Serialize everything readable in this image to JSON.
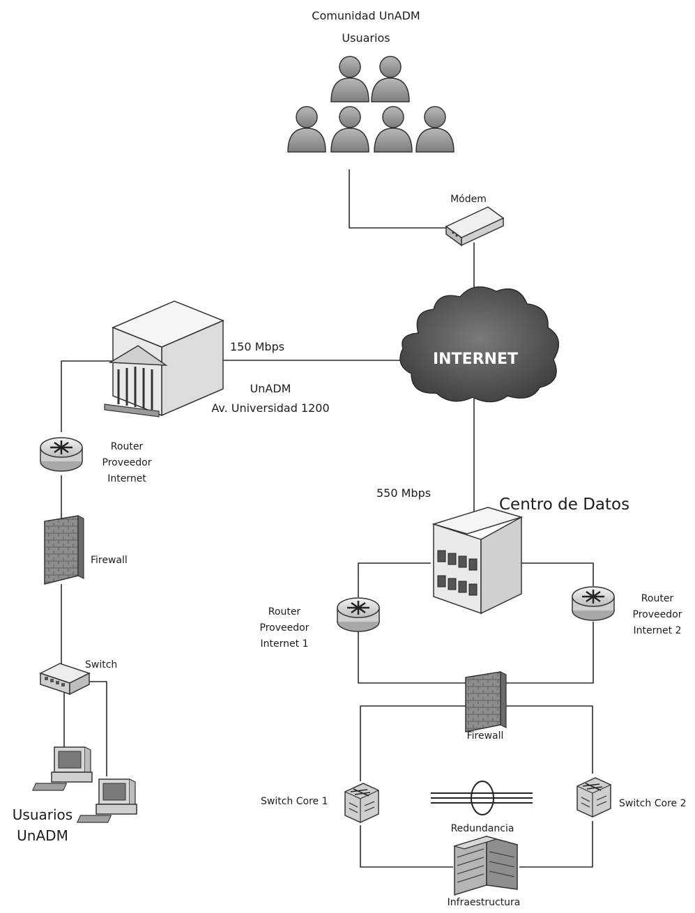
{
  "labels": {
    "community_title": "Comunidad UnADM",
    "community_subtitle": "Usuarios",
    "modem": "Módem",
    "internet": "INTERNET",
    "link_campus": "150 Mbps",
    "campus_name": "UnADM",
    "campus_address": "Av. Universidad 1200",
    "router_left_1": "Router",
    "router_left_2": "Proveedor",
    "router_left_3": "Internet",
    "firewall_left": "Firewall",
    "switch_left": "Switch",
    "users_left_1": "Usuarios",
    "users_left_2": "UnADM",
    "link_datacenter": "550 Mbps",
    "datacenter": "Centro de Datos",
    "router_dc1_1": "Router",
    "router_dc1_2": "Proveedor",
    "router_dc1_3": "Internet 1",
    "router_dc2_1": "Router",
    "router_dc2_2": "Proveedor",
    "router_dc2_3": "Internet 2",
    "firewall_dc": "Firewall",
    "switch_core_1": "Switch Core 1",
    "switch_core_2": "Switch Core 2",
    "redundancy": "Redundancia",
    "infrastructure": "Infraestructura"
  },
  "colors": {
    "line": "#2a2a2a",
    "cloud": "#5a5a5a",
    "device": "#d6d6d6",
    "user_icon": "#9e9e9e"
  }
}
